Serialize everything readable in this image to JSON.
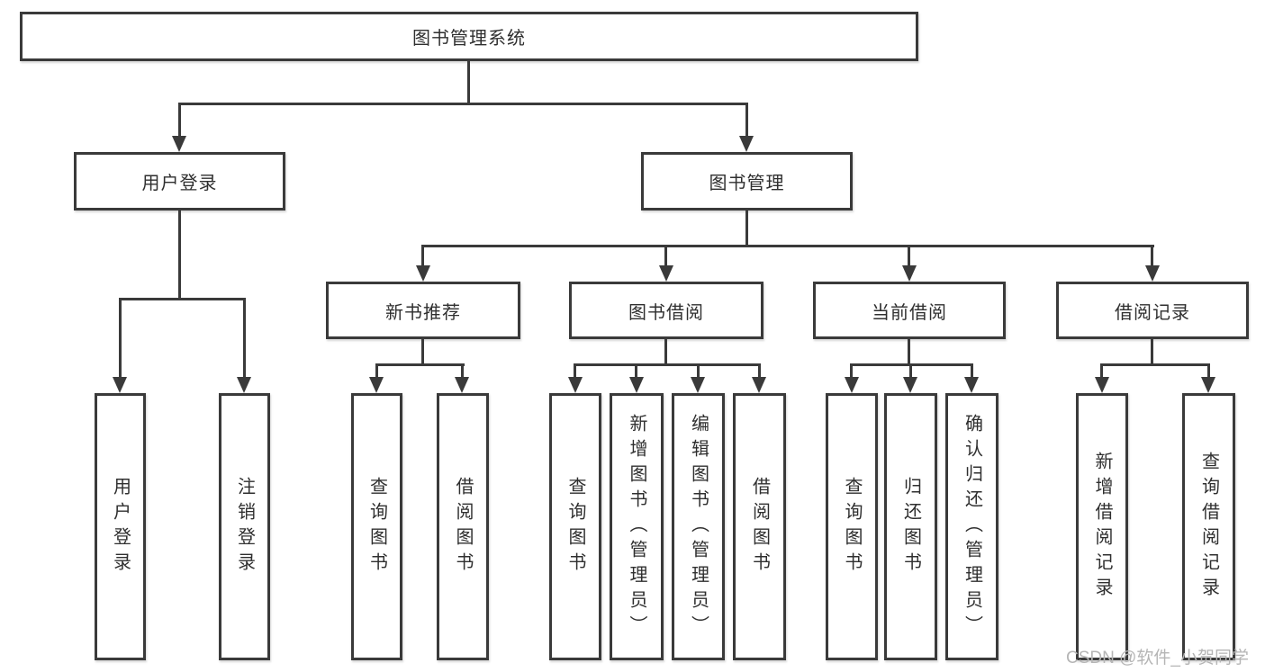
{
  "colors": {
    "line": "#3a3a3a",
    "text": "#2f2f2f",
    "watermark": "#b5b5b5"
  },
  "watermark": "CSDN @软件_小贺同学",
  "tree": {
    "label": "图书管理系统",
    "children": [
      {
        "label": "用户登录",
        "children": [
          {
            "label": "用户登录"
          },
          {
            "label": "注销登录"
          }
        ]
      },
      {
        "label": "图书管理",
        "children": [
          {
            "label": "新书推荐",
            "children": [
              {
                "label": "查询图书"
              },
              {
                "label": "借阅图书"
              }
            ]
          },
          {
            "label": "图书借阅",
            "children": [
              {
                "label": "查询图书"
              },
              {
                "label": "新增图书（管理员）"
              },
              {
                "label": "编辑图书（管理员）"
              },
              {
                "label": "借阅图书"
              }
            ]
          },
          {
            "label": "当前借阅",
            "children": [
              {
                "label": "查询图书"
              },
              {
                "label": "归还图书"
              },
              {
                "label": "确认归还（管理员）"
              }
            ]
          },
          {
            "label": "借阅记录",
            "children": [
              {
                "label": "新增借阅记录"
              },
              {
                "label": "查询借阅记录"
              }
            ]
          }
        ]
      }
    ]
  }
}
